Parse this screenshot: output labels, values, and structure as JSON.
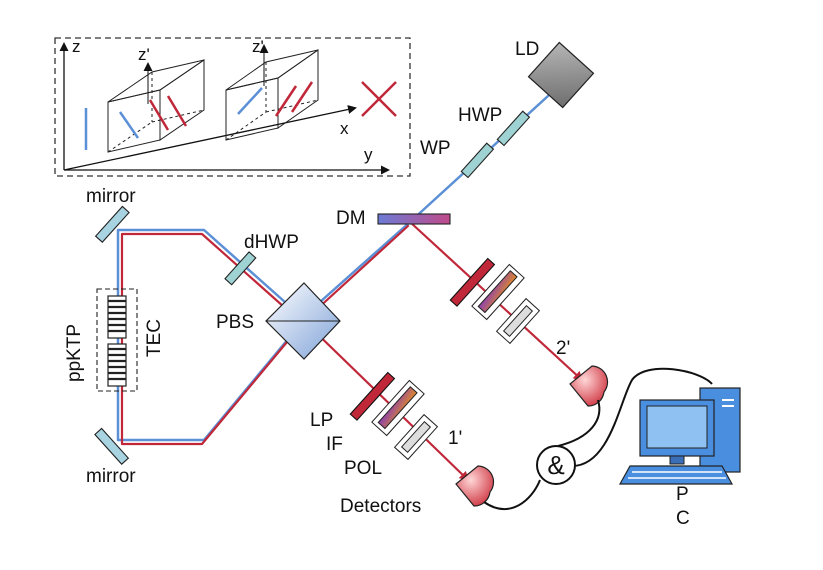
{
  "labels": {
    "ld": "LD",
    "hwp": "HWP",
    "wp": "WP",
    "dm": "DM",
    "dhwp": "dHWP",
    "mirror_top": "mirror",
    "mirror_bottom": "mirror",
    "ppktp": "ppKTP",
    "tec": "TEC",
    "pbs": "PBS",
    "lp": "LP",
    "if": "IF",
    "pol": "POL",
    "detectors": "Detectors",
    "port_1": "1'",
    "port_2": "2'",
    "coincidence": "&",
    "pc_line1": "P",
    "pc_line2": "C"
  },
  "inset": {
    "axis_z": "z",
    "axis_x": "x",
    "axis_y": "y",
    "axis_z_prime_1": "z'",
    "axis_z_prime_2": "z'"
  },
  "colors": {
    "pump_beam": "#5b8fd6",
    "red_beam": "#c0283a",
    "component_teal": "#9fd2d2",
    "laser_gray": "#8a8a8a",
    "detector_red": "#c8202e",
    "monitor_blue": "#4a8ee0"
  }
}
